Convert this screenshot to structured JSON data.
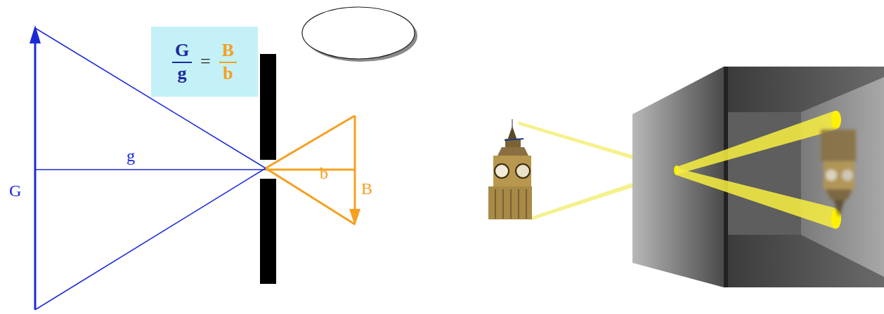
{
  "diagram": {
    "nodes": [
      {
        "text": [
          "G",
          "g",
          "=",
          "B",
          "b"
        ]
      }
    ],
    "labels": [
      "g",
      "G",
      "b",
      "B"
    ]
  }
}
